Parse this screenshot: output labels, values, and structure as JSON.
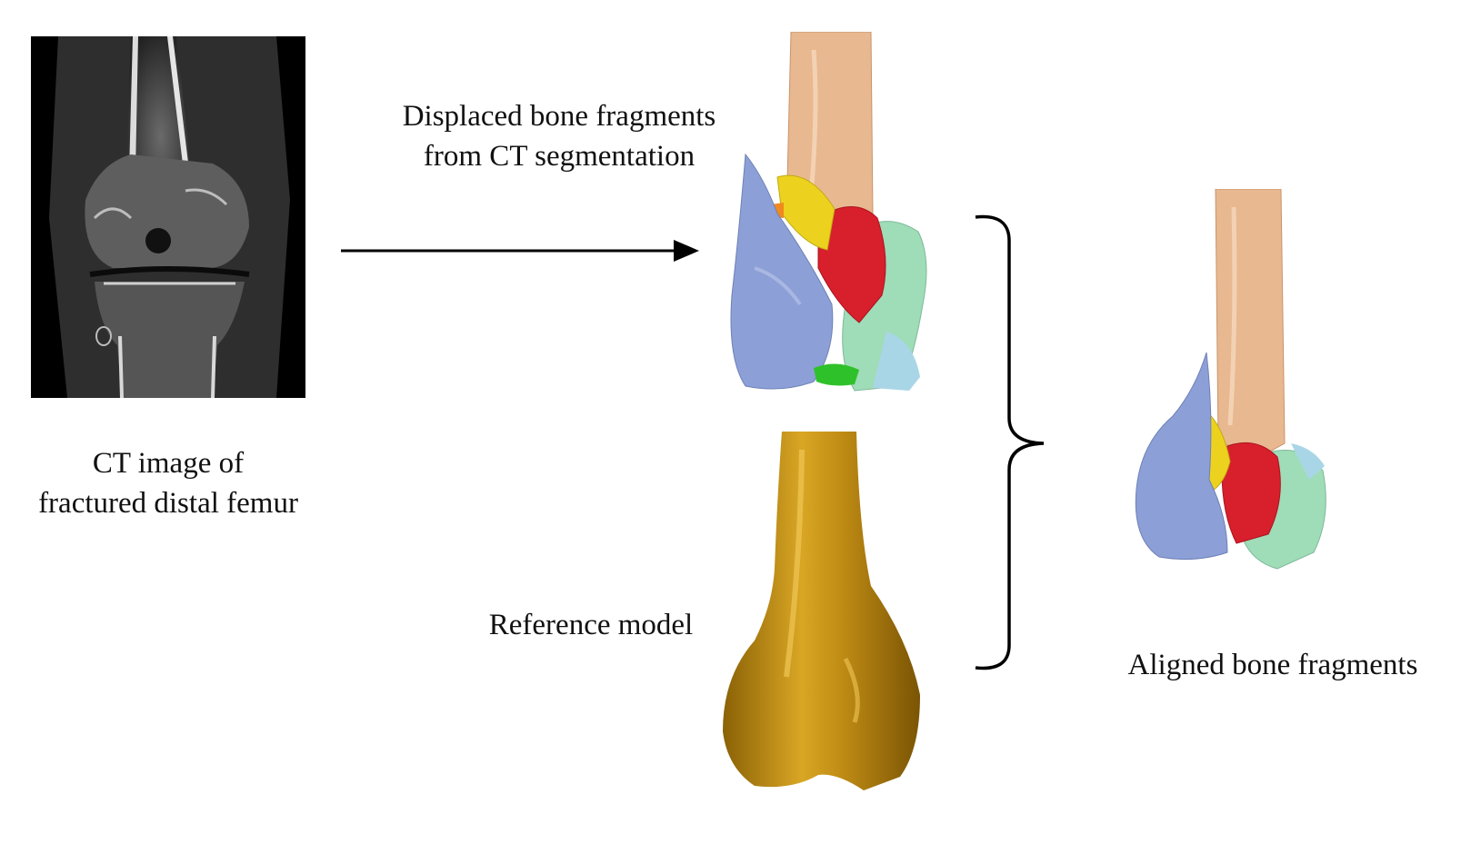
{
  "labels": {
    "ct_image": [
      "CT image of",
      "fractured distal femur"
    ],
    "displaced": [
      "Displaced bone fragments",
      "from CT segmentation"
    ],
    "reference": "Reference model",
    "aligned": "Aligned bone fragments"
  },
  "colors": {
    "shaft": "#e8b890",
    "medial_fragment": "#8c9fd6",
    "yellow_fragment": "#ecd21f",
    "red_fragment": "#d81f2c",
    "mint_fragment": "#9fdcb8",
    "green_fragment": "#2fc12a",
    "orange_fragment": "#f08a1e",
    "reference_bone": "#c08c14",
    "ct_background": "#000000",
    "arrow": "#000000"
  }
}
